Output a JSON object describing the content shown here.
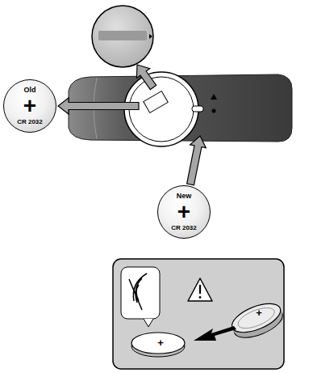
{
  "diagram": {
    "nodes": [
      {
        "text": [
          "Old",
          "+",
          "CR 2032"
        ]
      },
      {
        "text": [
          "New",
          "+",
          "CR 2032"
        ]
      }
    ],
    "labels": [
      "+",
      "+"
    ]
  }
}
